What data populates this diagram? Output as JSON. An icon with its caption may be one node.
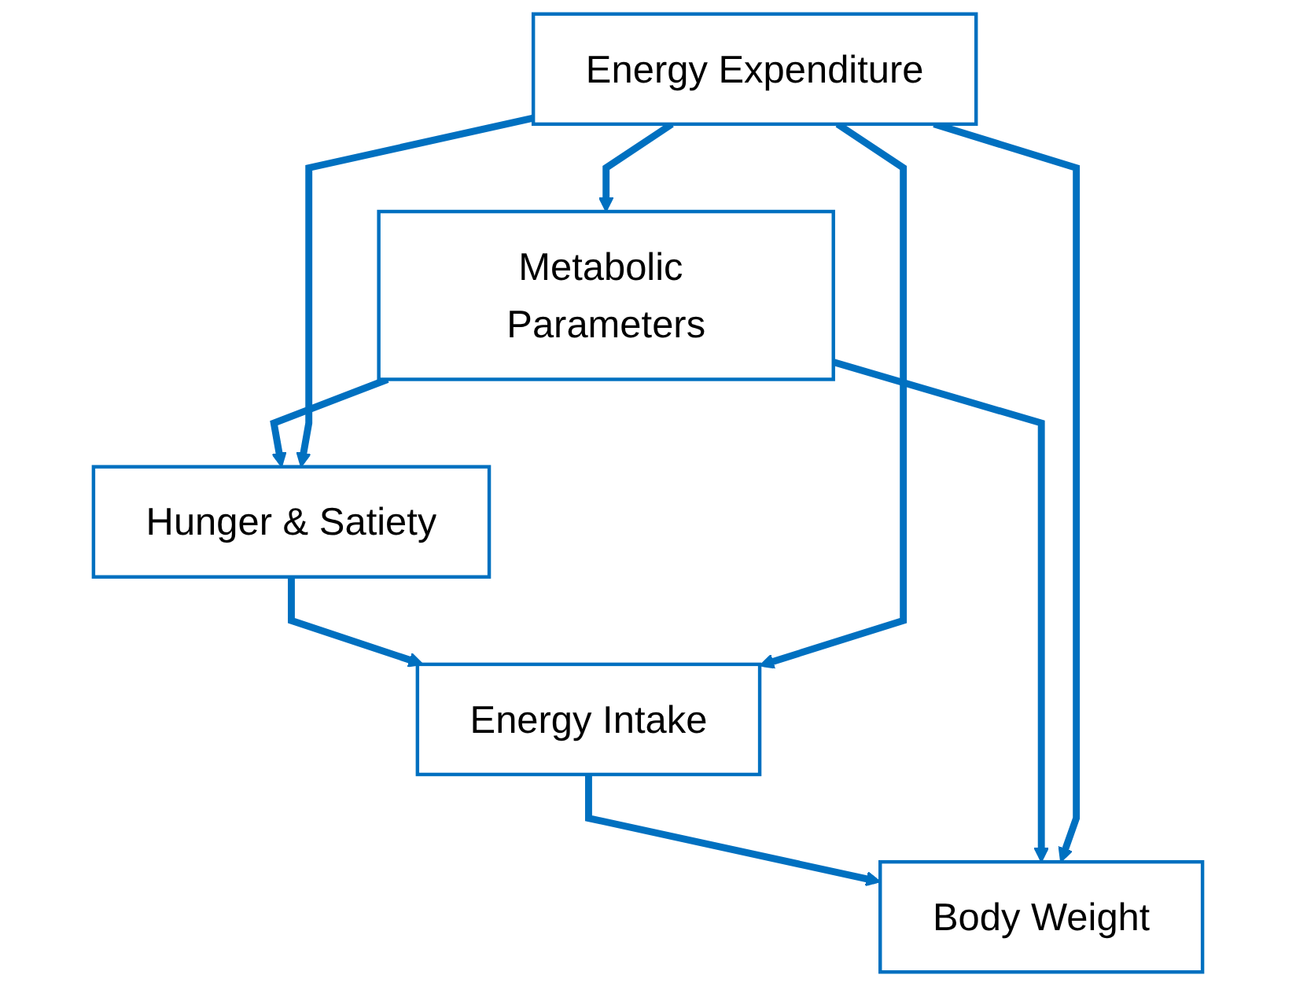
{
  "diagram": {
    "nodes": [
      {
        "text": [
          "Metabolic Parameters"
        ]
      },
      {
        "text": [
          "Hunger & Satiety"
        ]
      },
      {
        "text": [
          "Energy Intake"
        ]
      },
      {
        "text": [
          "Energy Expenditure"
        ]
      },
      {
        "text": [
          "Body Weight"
        ]
      }
    ],
    "edges": [
      {
        "from": 0,
        "to": 1,
        "arrow": "to"
      },
      {
        "from": 1,
        "to": 2,
        "arrow": "to"
      },
      {
        "from": 2,
        "to": 4,
        "arrow": "to"
      },
      {
        "from": 0,
        "to": 4,
        "arrow": "to"
      },
      {
        "from": 3,
        "to": 4,
        "arrow": "to"
      },
      {
        "from": 3,
        "to": 0,
        "arrow": "to"
      },
      {
        "from": 3,
        "to": 1,
        "arrow": "to"
      },
      {
        "from": 3,
        "to": 2,
        "arrow": "to"
      }
    ]
  }
}
